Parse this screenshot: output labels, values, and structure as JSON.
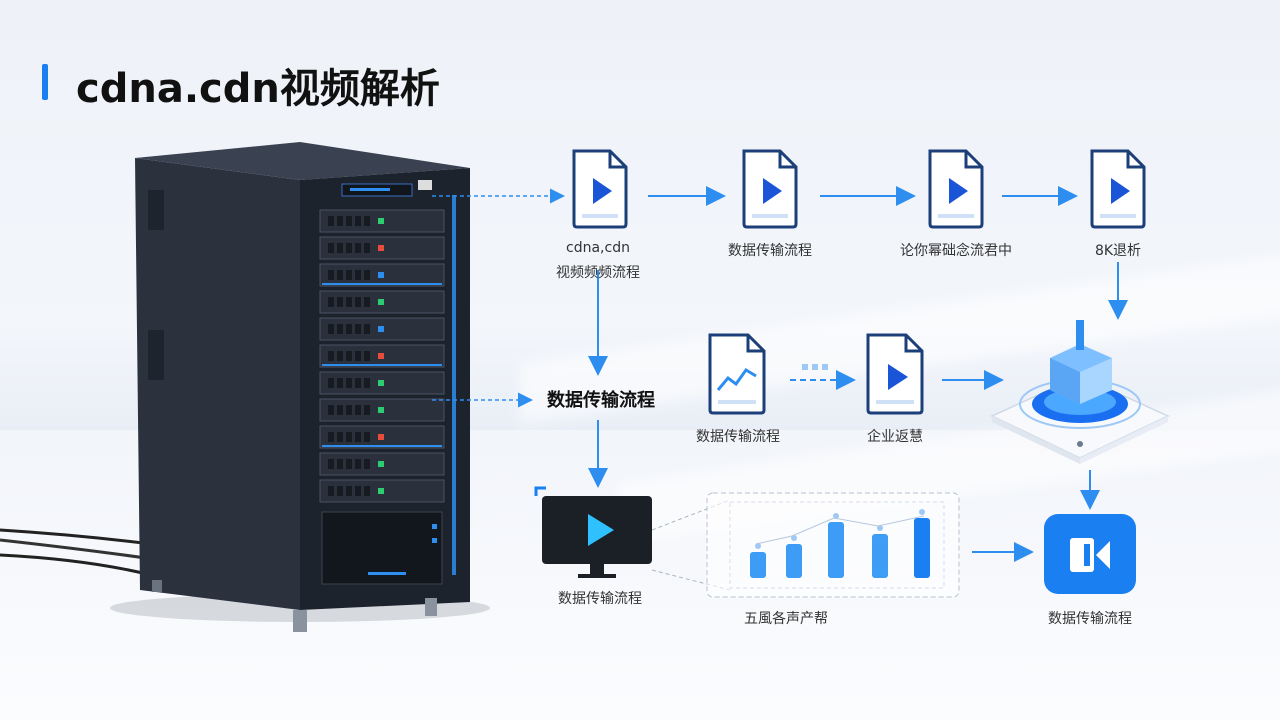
{
  "title": "cdna.cdn视频解析",
  "nodes": {
    "doc1_label_line1": "cdna,cdn",
    "doc1_label_line2": "视频频频流程",
    "doc2_label": "数据传输流程",
    "doc3_label": "论你幂础念流君中",
    "doc4_label": "8K退析",
    "center_label": "数据传输流程",
    "doc5_label": "数据传输流程",
    "doc6_label": "企业返慧",
    "monitor_label": "数据传输流程",
    "chart_label": "五風各声产帮",
    "app_label": "数据传输流程"
  },
  "colors": {
    "accent": "#1a7ff0",
    "doc_border": "#1c3f7a",
    "play": "#1a55d8",
    "arrow": "#2d8ef0"
  },
  "icons": {
    "document": "document-play-icon",
    "chart_doc": "document-chart-icon",
    "monitor": "monitor-play-icon",
    "platform": "server-platform-icon",
    "app": "video-app-icon"
  }
}
